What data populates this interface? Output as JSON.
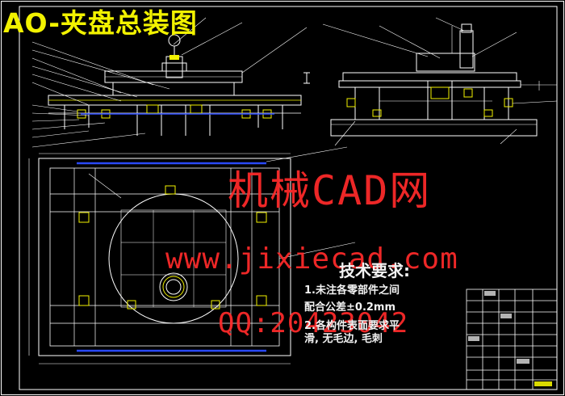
{
  "drawing": {
    "title": "AO-夹盘总装图",
    "watermark": {
      "brand": "机械CAD网",
      "url": "www.jixiecad.com",
      "qq": "QQ:20423042"
    },
    "tech_requirements": {
      "heading": "技术要求:",
      "lines": [
        "1.未注各零部件之间",
        "配合公差±0.2mm",
        "2.各构件表面要求平",
        "滑, 无毛边, 毛刺"
      ]
    }
  },
  "colors": {
    "background": "#000000",
    "frame": "#ffffff",
    "title": "#f2f200",
    "watermark": "#ff2a2a",
    "accent_blue": "#2a4aff",
    "accent_yellow": "#f2f200"
  }
}
